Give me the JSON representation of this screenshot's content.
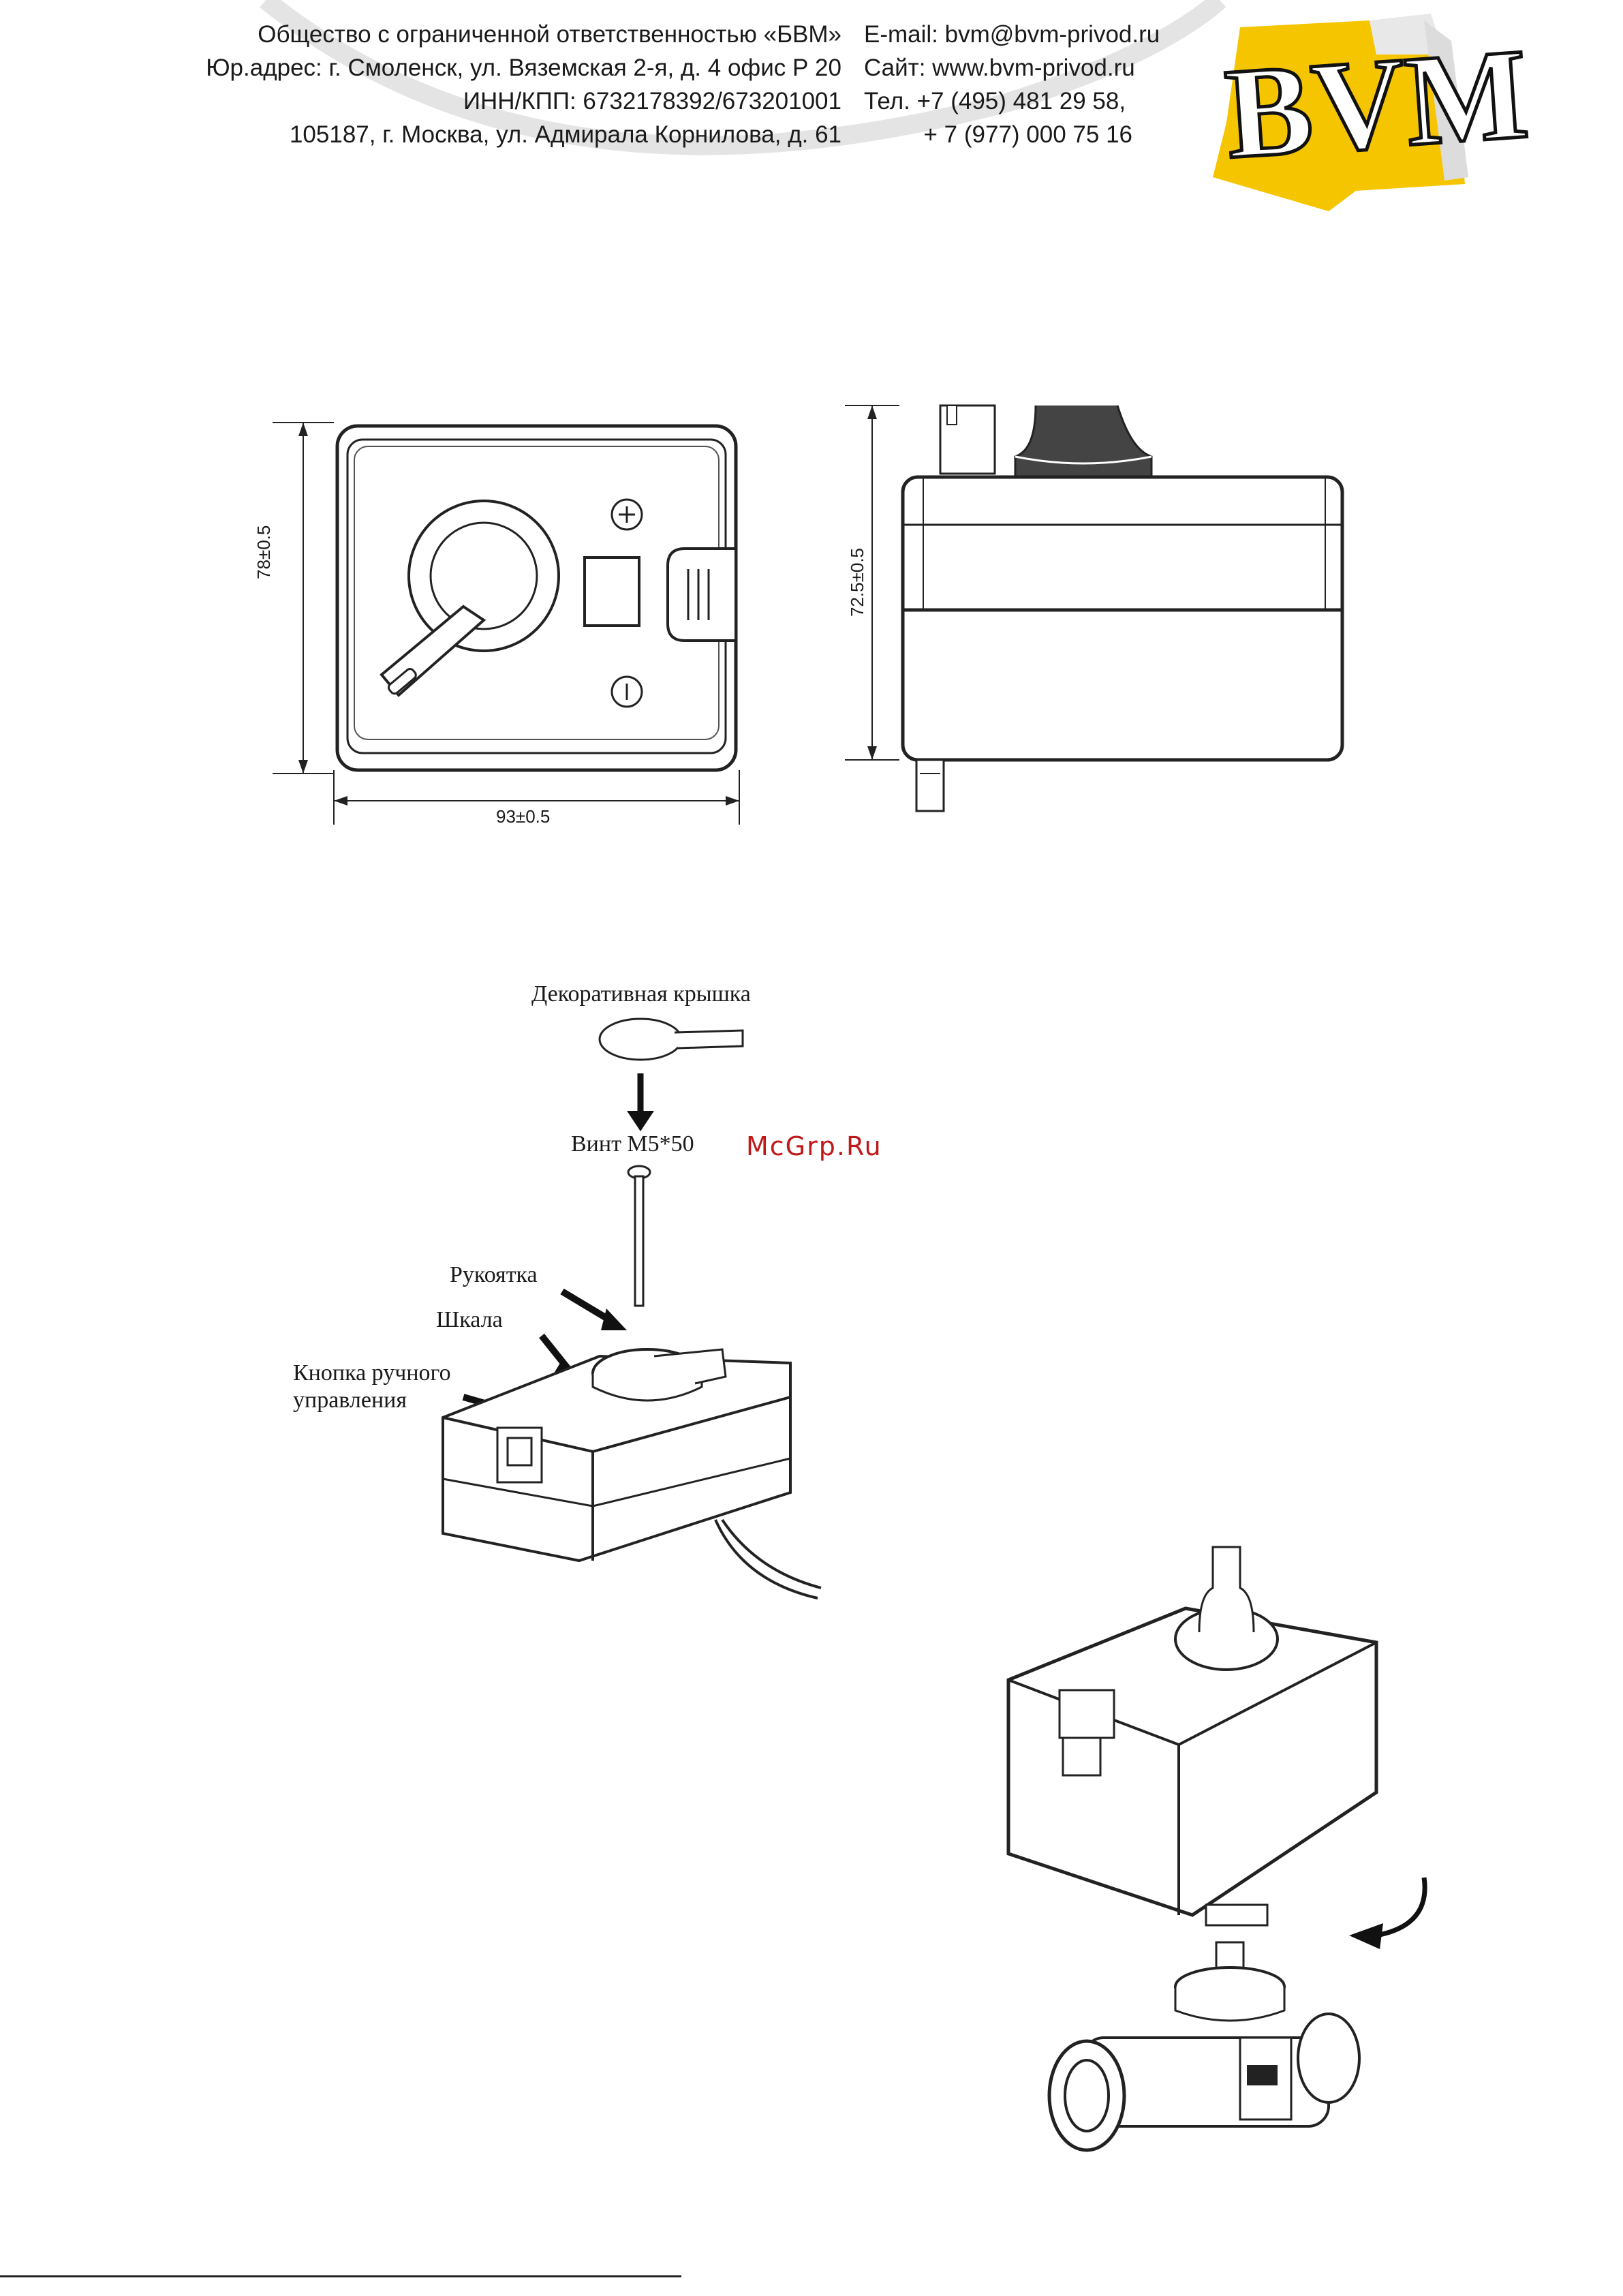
{
  "header": {
    "company_lines": [
      "Общество с ограниченной ответственностью «БВМ»",
      "Юр.адрес: г. Смоленск, ул. Вяземская 2-я, д. 4 офис Р 20",
      "ИНН/КПП: 6732178392/673201001",
      "105187, г. Москва,  ул. Адмирала Корнилова, д. 61"
    ],
    "contact_lines": [
      "E-mail: bvm@bvm-privod.ru",
      "Сайт:  www.bvm-privod.ru",
      "Тел. +7 (495) 481 29 58,",
      "         + 7 (977) 000 75 16"
    ],
    "logo_text": "BVM"
  },
  "dimensions": {
    "height_front": "78±0.5",
    "width_front": "93±0.5",
    "height_side": "72.5±0.5"
  },
  "assembly_labels": {
    "cover": "Декоративная крышка",
    "screw": "Винт M5*50",
    "handle": "Рукоятка",
    "scale": "Шкала",
    "manual_button_line1": "Кнопка ручного",
    "manual_button_line2": "управления"
  },
  "watermark": "McGrp.Ru"
}
